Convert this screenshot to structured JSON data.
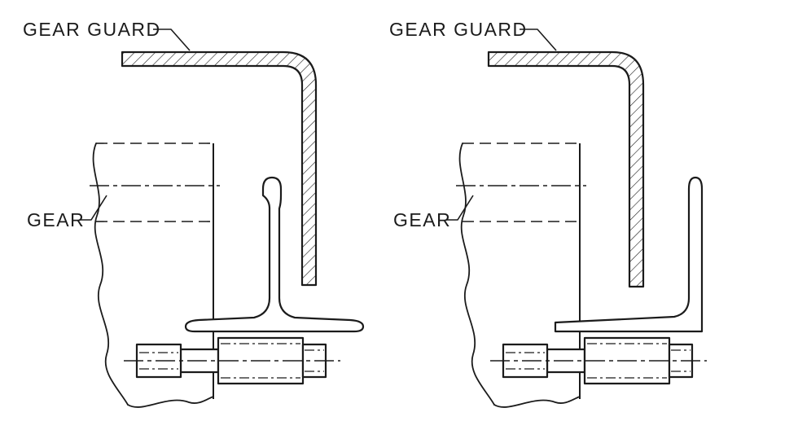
{
  "drawing": {
    "background": "#ffffff",
    "line_color": "#1b1b1b",
    "views": [
      {
        "name": "tee-rail-guard-view",
        "gear_guard_label": "GEAR GUARD",
        "gear_label": "GEAR"
      },
      {
        "name": "angle-bracket-guard-view",
        "gear_guard_label": "GEAR GUARD",
        "gear_label": "GEAR"
      }
    ]
  }
}
